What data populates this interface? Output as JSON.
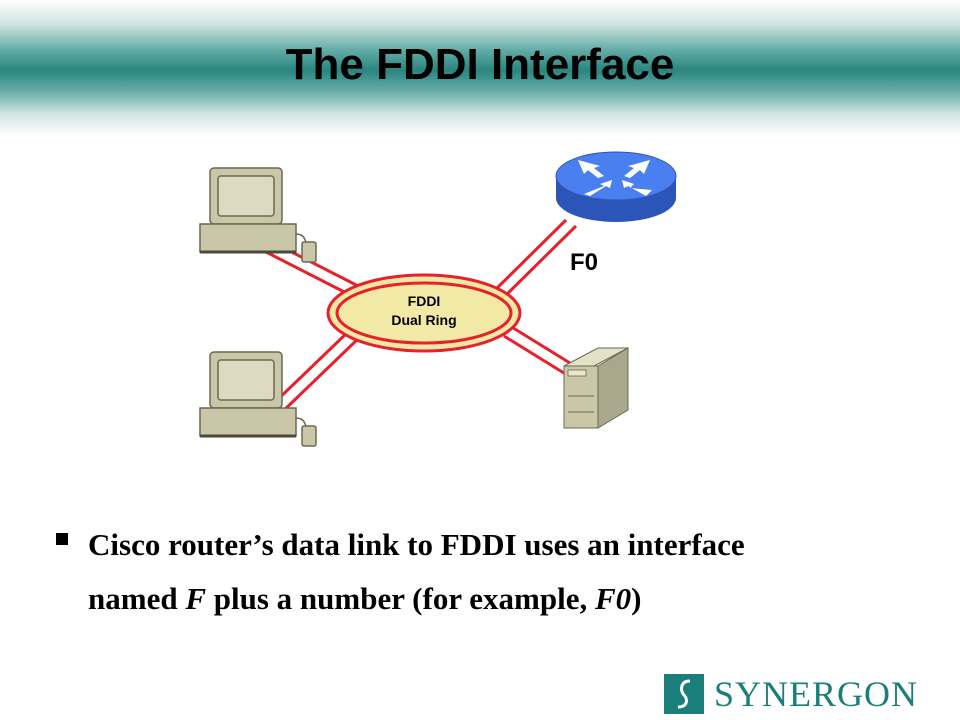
{
  "slide": {
    "title": "The FDDI Interface"
  },
  "diagram": {
    "ring_label_line1": "FDDI",
    "ring_label_line2": "Dual Ring",
    "router_port_label": "F0",
    "colors": {
      "link": "#e8202a",
      "ring_fill": "#f3e9a6",
      "router": "#3f73ea",
      "device": "#c9c7a8"
    },
    "icons": [
      "workstation-icon",
      "workstation-icon",
      "router-icon",
      "server-icon"
    ]
  },
  "bullet": {
    "line1": "Cisco router’s data link to FDDI uses an interface",
    "line2_a": "named ",
    "line2_b": "F",
    "line2_c": " plus a number (for example, ",
    "line2_d": "F0",
    "line2_e": ")"
  },
  "footer": {
    "logo_text": "SYNERGON",
    "logo_color": "#1a7f7a"
  }
}
